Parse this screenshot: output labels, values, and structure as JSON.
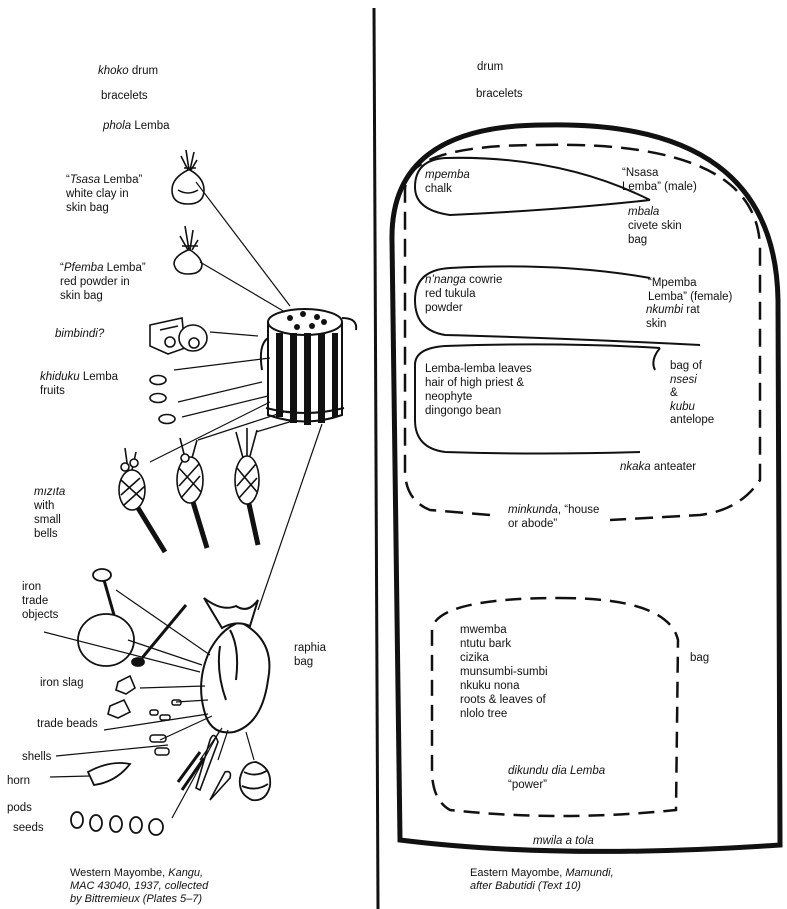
{
  "west": {
    "khoko_term": "khoko",
    "khoko_rest": " drum",
    "bracelets": "bracelets",
    "phola_term": "phola",
    "phola_rest": " Lemba",
    "tsasa_line1_open": "“",
    "tsasa_term": "Tsasa",
    "tsasa_line1_rest": " Lemba”",
    "tsasa_rest": "white clay in\nskin bag",
    "pfemba_line1_open": "“",
    "pfemba_term": "Pfemba",
    "pfemba_line1_rest": " Lemba”",
    "pfemba_rest": "red powder in\nskin bag",
    "bimbindi": "bimbindi?",
    "khiduku_term": "khiduku",
    "khiduku_rest": " Lemba\nfruits",
    "mizita_term": "mızıta",
    "mizita_rest": "with\nsmall\nbells",
    "iron_trade": "iron\ntrade\nobjects",
    "iron_slag": "iron slag",
    "trade_beads": "trade beads",
    "shells": "shells",
    "horn": "horn",
    "pods": "pods",
    "seeds": "seeds",
    "raphia_bag": "raphia\nbag",
    "caption_line1_a": "Western Mayombe, ",
    "caption_line1_b": "Kangu,",
    "caption_line2": "MAC 43040, 1937, collected",
    "caption_line3": "by Bittremieux (Plates 5–7)"
  },
  "east": {
    "drum": "drum",
    "bracelets": "bracelets",
    "mpemba_term": "mpemba",
    "mpemba_rest": "chalk",
    "nsasa": "“Nsasa\nLemba” (male)",
    "mbala_term": "mbala",
    "mbala_rest": "civete skin\nbag",
    "nnanga_term": "n’nanga",
    "nnanga_rest_line1": " cowrie",
    "nnanga_rest": "red tukula\npowder",
    "mpemba_lemba": "“Mpemba\nLemba” (female)",
    "nkumbi_term": "nkumbi",
    "nkumbi_rest": " rat\nskin",
    "leaves": "Lemba-lemba leaves\nhair of high priest &\nneophyte\ndingongo bean",
    "bagof": "bag of",
    "nsesi_term": "nsesi",
    "amp": "&",
    "kubu_term": "kubu",
    "antelope": "antelope",
    "nkaka_term": "nkaka",
    "nkaka_rest": " anteater",
    "minkunda_term": "minkunda",
    "minkunda_rest_line1": ", “house",
    "minkunda_rest": "or abode”",
    "bag": "bag",
    "contents": "mwemba\nntutu bark\ncizika\nmunsumbi-sumbi\nnkuku nona\nroots & leaves of\nnlolo tree",
    "dikundu_term": "dikundu dia Lemba",
    "power": "“power”",
    "mwila": "mwila a tola",
    "caption_line1_a": "Eastern Mayombe, ",
    "caption_line1_b": "Mamundi,",
    "caption_line2": "after Babutidi (Text 10)"
  }
}
